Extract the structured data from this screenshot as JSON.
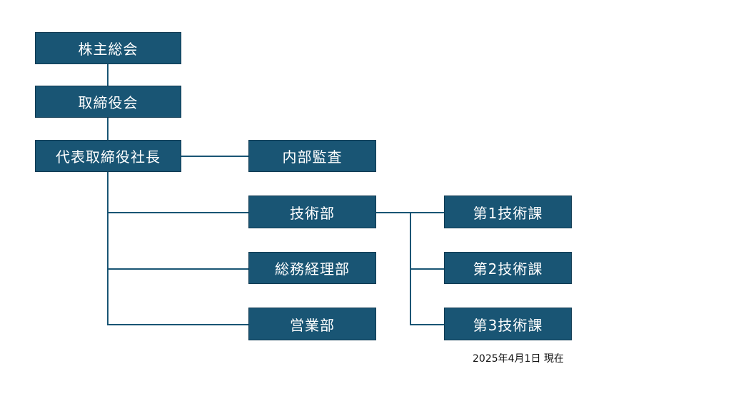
{
  "org_chart": {
    "colors": {
      "node_fill": "#195574",
      "line": "#195574",
      "node_text": "#ffffff"
    },
    "nodes": {
      "shareholders": "株主総会",
      "board": "取締役会",
      "president": "代表取締役社長",
      "audit": "内部監査",
      "engineering": "技術部",
      "admin": "総務経理部",
      "sales": "営業部",
      "eng1": "第1技術課",
      "eng2": "第2技術課",
      "eng3": "第3技術課"
    },
    "as_of": "2025年4月1日 現在"
  }
}
